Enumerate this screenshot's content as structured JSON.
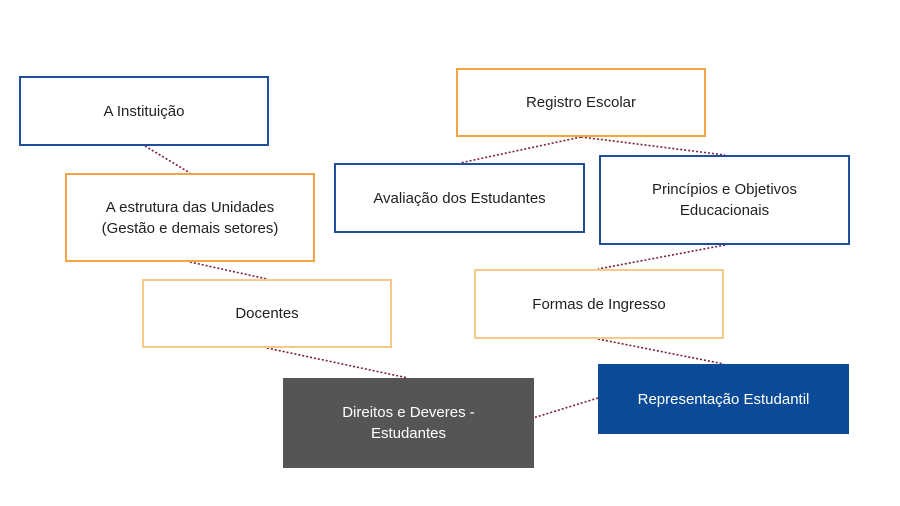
{
  "diagram": {
    "link_color": "#7a1f3d",
    "nodes": [
      {
        "id": "instituicao",
        "label": "A Instituição"
      },
      {
        "id": "registro",
        "label": "Registro Escolar"
      },
      {
        "id": "estrutura",
        "label": "A estrutura das Unidades\n(Gestão e demais setores)"
      },
      {
        "id": "avaliacao",
        "label": "Avaliação dos Estudantes"
      },
      {
        "id": "principios",
        "label": "Princípios e Objetivos\nEducacionais"
      },
      {
        "id": "docentes",
        "label": "Docentes"
      },
      {
        "id": "ingresso",
        "label": "Formas de Ingresso"
      },
      {
        "id": "direitos",
        "label": "Direitos e Deveres -\nEstudantes"
      },
      {
        "id": "representacao",
        "label": "Representação Estudantil"
      }
    ],
    "links": [
      [
        "instituicao",
        "estrutura"
      ],
      [
        "estrutura",
        "docentes"
      ],
      [
        "docentes",
        "direitos"
      ],
      [
        "registro",
        "avaliacao"
      ],
      [
        "registro",
        "principios"
      ],
      [
        "principios",
        "ingresso"
      ],
      [
        "ingresso",
        "representacao"
      ],
      [
        "representacao",
        "direitos"
      ]
    ]
  }
}
